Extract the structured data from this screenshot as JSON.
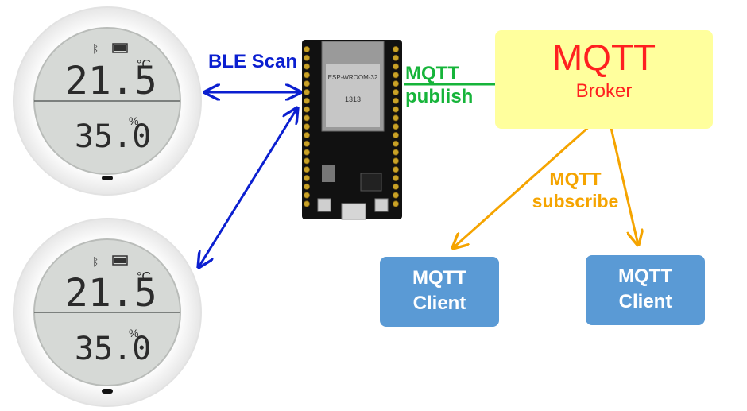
{
  "labels": {
    "ble": "BLE Scan",
    "publish_line1": "MQTT",
    "publish_line2": "publish",
    "subscribe_line1": "MQTT",
    "subscribe_line2": "subscribe"
  },
  "broker": {
    "title": "MQTT",
    "subtitle": "Broker"
  },
  "clients": [
    {
      "line1": "MQTT",
      "line2": "Client"
    },
    {
      "line1": "MQTT",
      "line2": "Client"
    }
  ],
  "sensors": [
    {
      "temperature": "21.5",
      "temp_unit": "°C",
      "humidity": "35.0",
      "hum_unit": "%"
    },
    {
      "temperature": "21.5",
      "temp_unit": "°C",
      "humidity": "35.0",
      "hum_unit": "%"
    }
  ],
  "board": {
    "chip_label": "ESP-WROOM-32",
    "chip_id": "1313"
  },
  "colors": {
    "ble": "#0b1fd0",
    "publish": "#16b43a",
    "subscribe": "#f5a400",
    "broker_bg": "#ffff9d",
    "broker_text": "#ff2020",
    "client_bg": "#5a9ad5"
  }
}
